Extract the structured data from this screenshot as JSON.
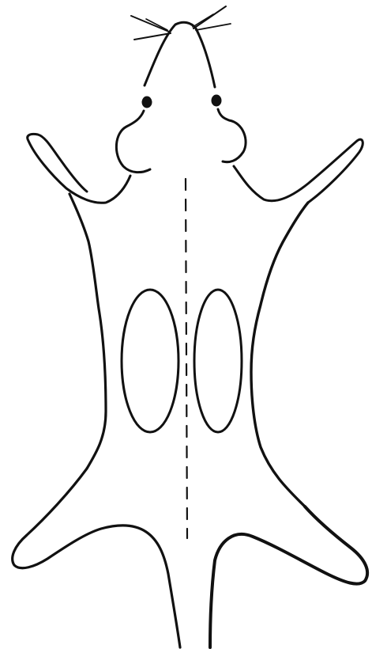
{
  "diagram": {
    "background": "#ffffff",
    "ink_color": "#111111",
    "subject": "rodent-body-outline-dorsal-view",
    "parts": [
      "whiskers",
      "head-outline",
      "eye-left",
      "eye-right",
      "ear-left",
      "ear-right",
      "forelimb-left",
      "forelimb-right",
      "torso-outline",
      "hindlimb-left",
      "hindlimb-right",
      "tail",
      "midline-dashed",
      "kidney-region-left",
      "kidney-region-right"
    ],
    "midline_style": "dashed",
    "paired_organs_count": 2
  }
}
